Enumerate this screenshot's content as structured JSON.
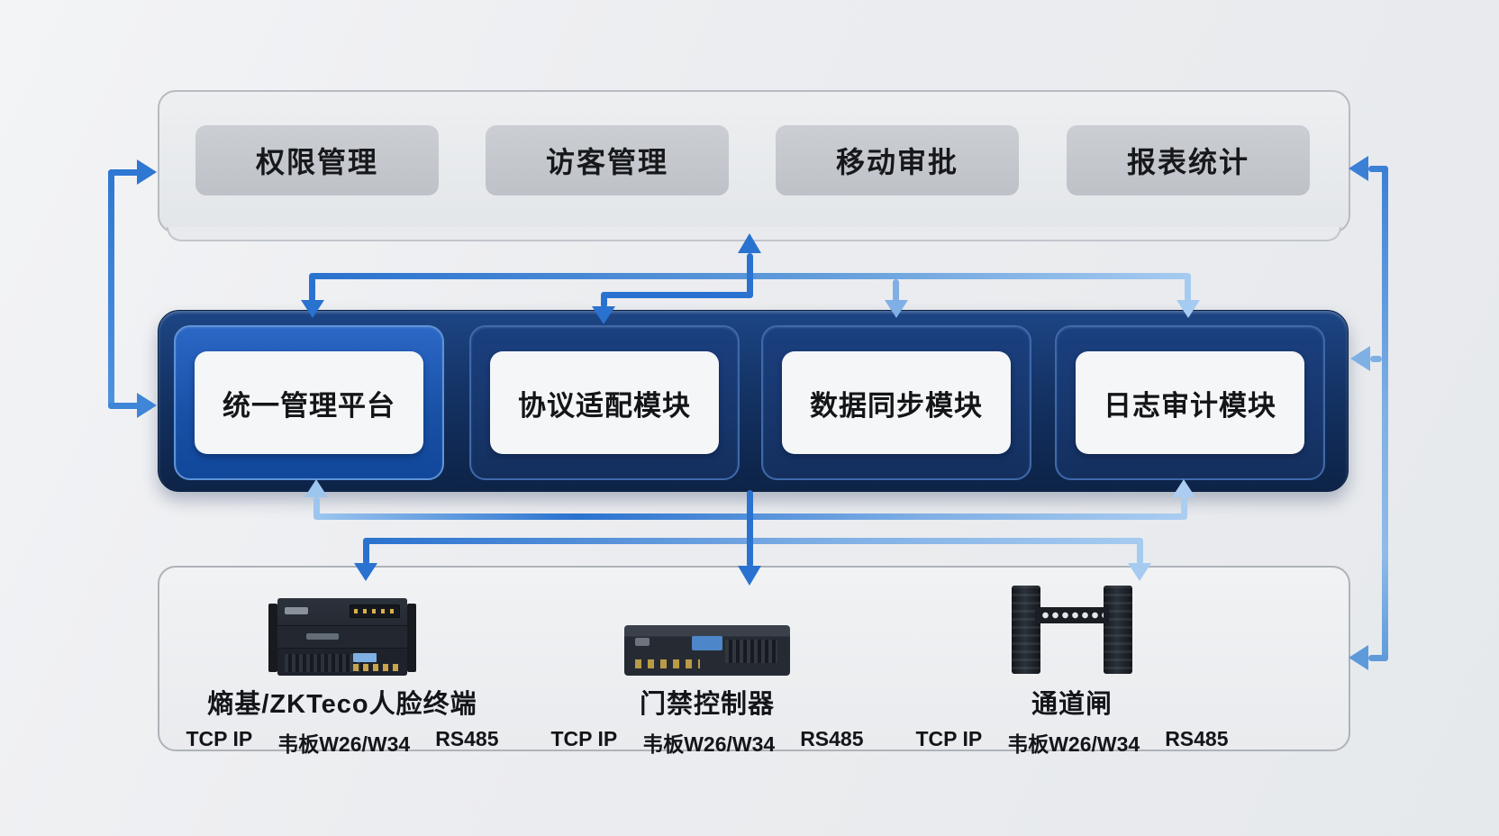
{
  "diagram": {
    "type": "layered-architecture",
    "layers": {
      "application": {
        "items": [
          {
            "label": "权限管理"
          },
          {
            "label": "访客管理"
          },
          {
            "label": "移动审批"
          },
          {
            "label": "报表统计"
          }
        ]
      },
      "platform": {
        "items": [
          {
            "label": "统一管理平台",
            "highlighted": true
          },
          {
            "label": "协议适配模块",
            "highlighted": false
          },
          {
            "label": "数据同步模块",
            "highlighted": false
          },
          {
            "label": "日志审计模块",
            "highlighted": false
          }
        ]
      },
      "devices": {
        "items": [
          {
            "name": "熵基/ZKTeco人脸终端",
            "protocols": [
              "TCP IP",
              "韦板W26/W34",
              "RS485"
            ]
          },
          {
            "name": "门禁控制器",
            "protocols": [
              "TCP IP",
              "韦板W26/W34",
              "RS485"
            ]
          },
          {
            "name": "通道闸",
            "protocols": [
              "TCP IP",
              "韦板W26/W34",
              "RS485"
            ]
          }
        ]
      }
    },
    "colors": {
      "arrow_primary": "#2a72cf",
      "arrow_light": "#a6cbf0",
      "platform_container": "#122f5e",
      "platform_panel_highlight": "#1f5cb6",
      "layer_background": "#e9ebee",
      "app_box_gray": "#c4c8cd"
    }
  }
}
